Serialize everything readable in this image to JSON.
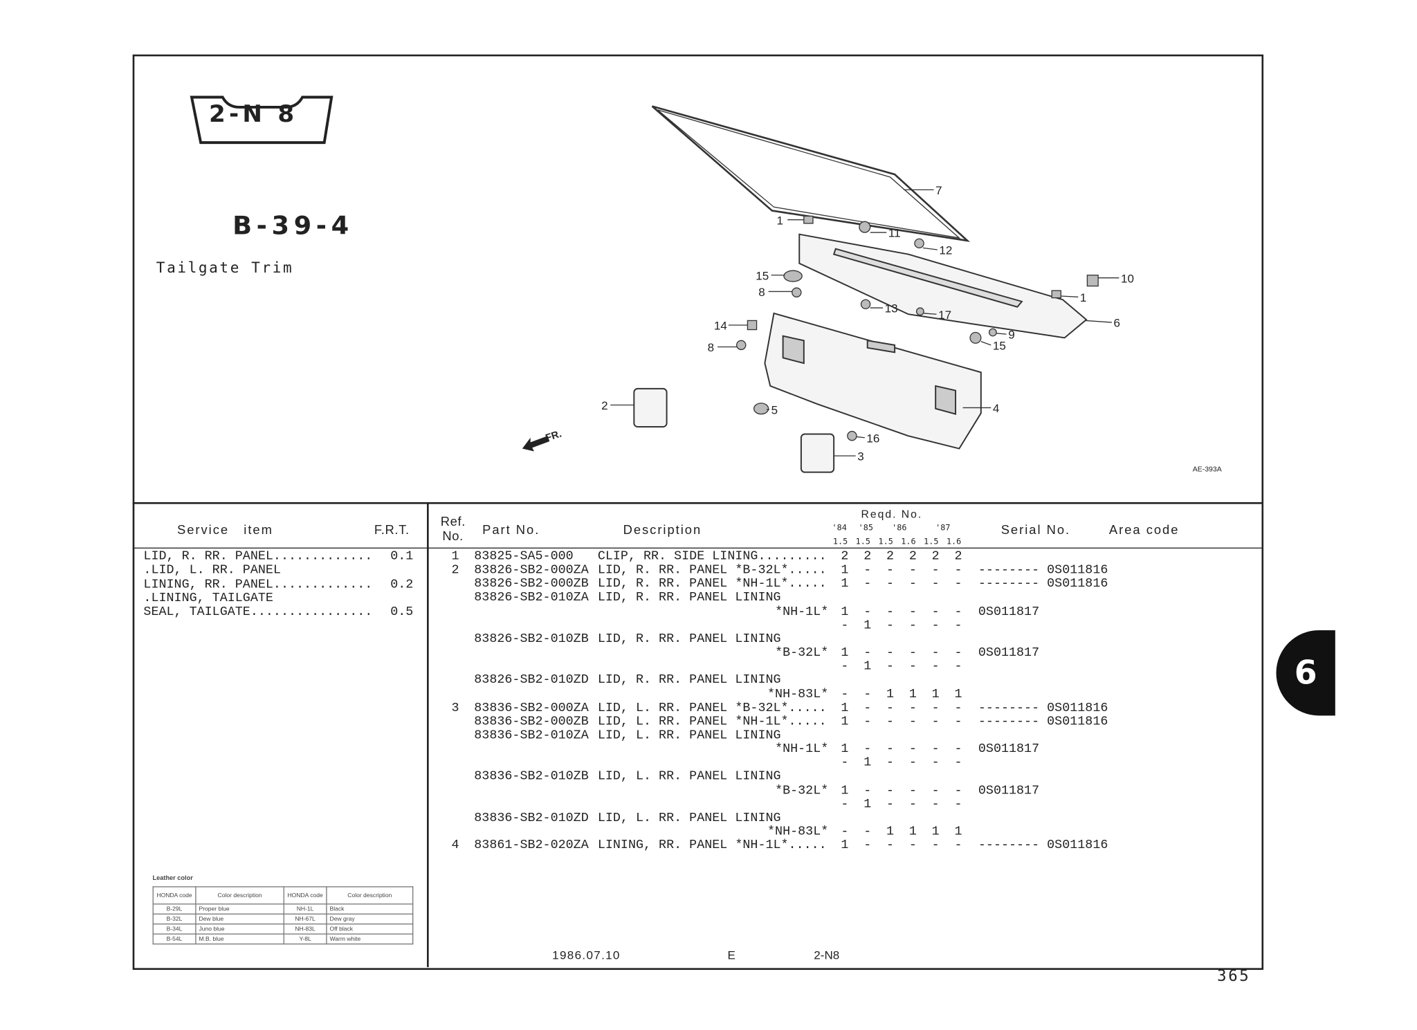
{
  "header": {
    "badge": "2-N 8",
    "section_code": "B-39-4",
    "section_title": "Tailgate Trim"
  },
  "diagram": {
    "direction_label": "FR.",
    "drawing_code": "AE-393A",
    "callouts": [
      "7",
      "1",
      "11",
      "12",
      "15",
      "10",
      "8",
      "1",
      "13",
      "17",
      "6",
      "14",
      "9",
      "15",
      "8",
      "2",
      "4",
      "5",
      "16",
      "3"
    ]
  },
  "service_table": {
    "col_service_item": "Service   item",
    "col_frt": "F.R.T.",
    "items": [
      {
        "label": "LID, R. RR. PANEL.............",
        "frt": "0.1"
      },
      {
        "label": ".LID, L. RR. PANEL",
        "frt": ""
      },
      {
        "label": "LINING, RR. PANEL.............",
        "frt": "0.2"
      },
      {
        "label": ".LINING, TAILGATE",
        "frt": ""
      },
      {
        "label": "SEAL, TAILGATE................",
        "frt": "0.5"
      }
    ]
  },
  "parts_table": {
    "col_ref": "Ref.",
    "col_no": "No.",
    "col_part_no": "Part No.",
    "col_description": "Description",
    "col_reqd": "Reqd. No.",
    "years": [
      "'84",
      "'85",
      "'86",
      "'87"
    ],
    "engines": [
      "1.5",
      "1.5",
      "1.5",
      "1.6",
      "1.5",
      "1.6"
    ],
    "col_serial": "Serial No.",
    "col_area": "Area code",
    "rows": [
      {
        "ref": "1",
        "part": "83825-SA5-000",
        "desc": "CLIP, RR. SIDE LINING.........",
        "color": "",
        "qty": [
          "2",
          "2",
          "2",
          "2",
          "2",
          "2"
        ],
        "serial": ""
      },
      {
        "ref": "2",
        "part": "83826-SB2-000ZA",
        "desc": "LID, R. RR. PANEL *B-32L*.....",
        "color": "",
        "qty": [
          "1",
          "-",
          "-",
          "-",
          "-",
          "-"
        ],
        "serial": "-------- 0S011816"
      },
      {
        "ref": "",
        "part": "83826-SB2-000ZB",
        "desc": "LID, R. RR. PANEL *NH-1L*.....",
        "color": "",
        "qty": [
          "1",
          "-",
          "-",
          "-",
          "-",
          "-"
        ],
        "serial": "-------- 0S011816"
      },
      {
        "ref": "",
        "part": "83826-SB2-010ZA",
        "desc": "LID, R. RR. PANEL LINING",
        "color": "",
        "qty": [
          "",
          "",
          "",
          "",
          "",
          ""
        ],
        "serial": ""
      },
      {
        "ref": "",
        "part": "",
        "desc": "",
        "color": "*NH-1L*",
        "qty": [
          "1",
          "-",
          "-",
          "-",
          "-",
          "-"
        ],
        "serial": "0S011817"
      },
      {
        "ref": "",
        "part": "",
        "desc": "",
        "color": "",
        "qty": [
          "-",
          "1",
          "-",
          "-",
          "-",
          "-"
        ],
        "serial": ""
      },
      {
        "ref": "",
        "part": "83826-SB2-010ZB",
        "desc": "LID, R. RR. PANEL LINING",
        "color": "",
        "qty": [
          "",
          "",
          "",
          "",
          "",
          ""
        ],
        "serial": ""
      },
      {
        "ref": "",
        "part": "",
        "desc": "",
        "color": "*B-32L*",
        "qty": [
          "1",
          "-",
          "-",
          "-",
          "-",
          "-"
        ],
        "serial": "0S011817"
      },
      {
        "ref": "",
        "part": "",
        "desc": "",
        "color": "",
        "qty": [
          "-",
          "1",
          "-",
          "-",
          "-",
          "-"
        ],
        "serial": ""
      },
      {
        "ref": "",
        "part": "83826-SB2-010ZD",
        "desc": "LID, R. RR. PANEL LINING",
        "color": "",
        "qty": [
          "",
          "",
          "",
          "",
          "",
          ""
        ],
        "serial": ""
      },
      {
        "ref": "",
        "part": "",
        "desc": "",
        "color": "*NH-83L*",
        "qty": [
          "-",
          "-",
          "1",
          "1",
          "1",
          "1"
        ],
        "serial": ""
      },
      {
        "ref": "3",
        "part": "83836-SB2-000ZA",
        "desc": "LID, L. RR. PANEL *B-32L*.....",
        "color": "",
        "qty": [
          "1",
          "-",
          "-",
          "-",
          "-",
          "-"
        ],
        "serial": "-------- 0S011816"
      },
      {
        "ref": "",
        "part": "83836-SB2-000ZB",
        "desc": "LID, L. RR. PANEL *NH-1L*.....",
        "color": "",
        "qty": [
          "1",
          "-",
          "-",
          "-",
          "-",
          "-"
        ],
        "serial": "-------- 0S011816"
      },
      {
        "ref": "",
        "part": "83836-SB2-010ZA",
        "desc": "LID, L. RR. PANEL LINING",
        "color": "",
        "qty": [
          "",
          "",
          "",
          "",
          "",
          ""
        ],
        "serial": ""
      },
      {
        "ref": "",
        "part": "",
        "desc": "",
        "color": "*NH-1L*",
        "qty": [
          "1",
          "-",
          "-",
          "-",
          "-",
          "-"
        ],
        "serial": "0S011817"
      },
      {
        "ref": "",
        "part": "",
        "desc": "",
        "color": "",
        "qty": [
          "-",
          "1",
          "-",
          "-",
          "-",
          "-"
        ],
        "serial": ""
      },
      {
        "ref": "",
        "part": "83836-SB2-010ZB",
        "desc": "LID, L. RR. PANEL LINING",
        "color": "",
        "qty": [
          "",
          "",
          "",
          "",
          "",
          ""
        ],
        "serial": ""
      },
      {
        "ref": "",
        "part": "",
        "desc": "",
        "color": "*B-32L*",
        "qty": [
          "1",
          "-",
          "-",
          "-",
          "-",
          "-"
        ],
        "serial": "0S011817"
      },
      {
        "ref": "",
        "part": "",
        "desc": "",
        "color": "",
        "qty": [
          "-",
          "1",
          "-",
          "-",
          "-",
          "-"
        ],
        "serial": ""
      },
      {
        "ref": "",
        "part": "83836-SB2-010ZD",
        "desc": "LID, L. RR. PANEL LINING",
        "color": "",
        "qty": [
          "",
          "",
          "",
          "",
          "",
          ""
        ],
        "serial": ""
      },
      {
        "ref": "",
        "part": "",
        "desc": "",
        "color": "*NH-83L*",
        "qty": [
          "-",
          "-",
          "1",
          "1",
          "1",
          "1"
        ],
        "serial": ""
      },
      {
        "ref": "4",
        "part": "83861-SB2-020ZA",
        "desc": "LINING, RR. PANEL *NH-1L*.....",
        "color": "",
        "qty": [
          "1",
          "-",
          "-",
          "-",
          "-",
          "-"
        ],
        "serial": "-------- 0S011816"
      }
    ]
  },
  "leather_color": {
    "title": "Leather color",
    "col_code": "HONDA code",
    "col_desc": "Color description",
    "rows": [
      {
        "code1": "B-29L",
        "desc1": "Proper blue",
        "code2": "NH-1L",
        "desc2": "Black"
      },
      {
        "code1": "B-32L",
        "desc1": "Dew blue",
        "code2": "NH-67L",
        "desc2": "Dew gray"
      },
      {
        "code1": "B-34L",
        "desc1": "Juno blue",
        "code2": "NH-83L",
        "desc2": "Off black"
      },
      {
        "code1": "B-54L",
        "desc1": "M.B. blue",
        "code2": "Y-8L",
        "desc2": "Warm white"
      }
    ]
  },
  "footer": {
    "date": "1986.07.10",
    "area": "E",
    "code": "2-N8",
    "page_number": "365",
    "section_tab": "6"
  }
}
